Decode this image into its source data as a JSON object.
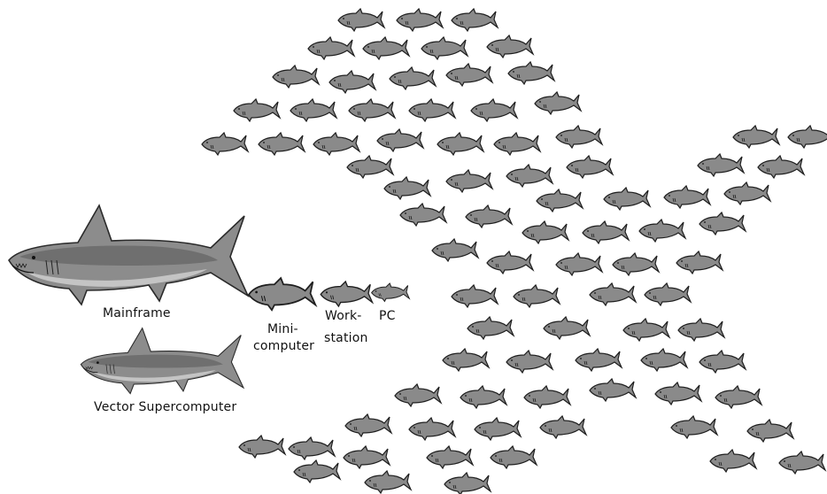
{
  "labels": {
    "mainframe": "Mainframe",
    "vector_supercomputer": "Vector Supercomputer",
    "minicomputer_line1": "Mini-",
    "minicomputer_line2": "computer",
    "workstation_line1": "Work-",
    "workstation_line2": "station",
    "pc": "PC"
  },
  "colors": {
    "shark_body": "#8c8c8c",
    "shark_back": "#6f6f6f",
    "shark_belly": "#c4c4c4",
    "outline": "#2a2a2a",
    "fish_body": "#8a8a8a",
    "fish_outline": "#1e1e1e"
  },
  "icons": {
    "large_shark": "shark-icon",
    "small_fish": "fish-icon"
  }
}
